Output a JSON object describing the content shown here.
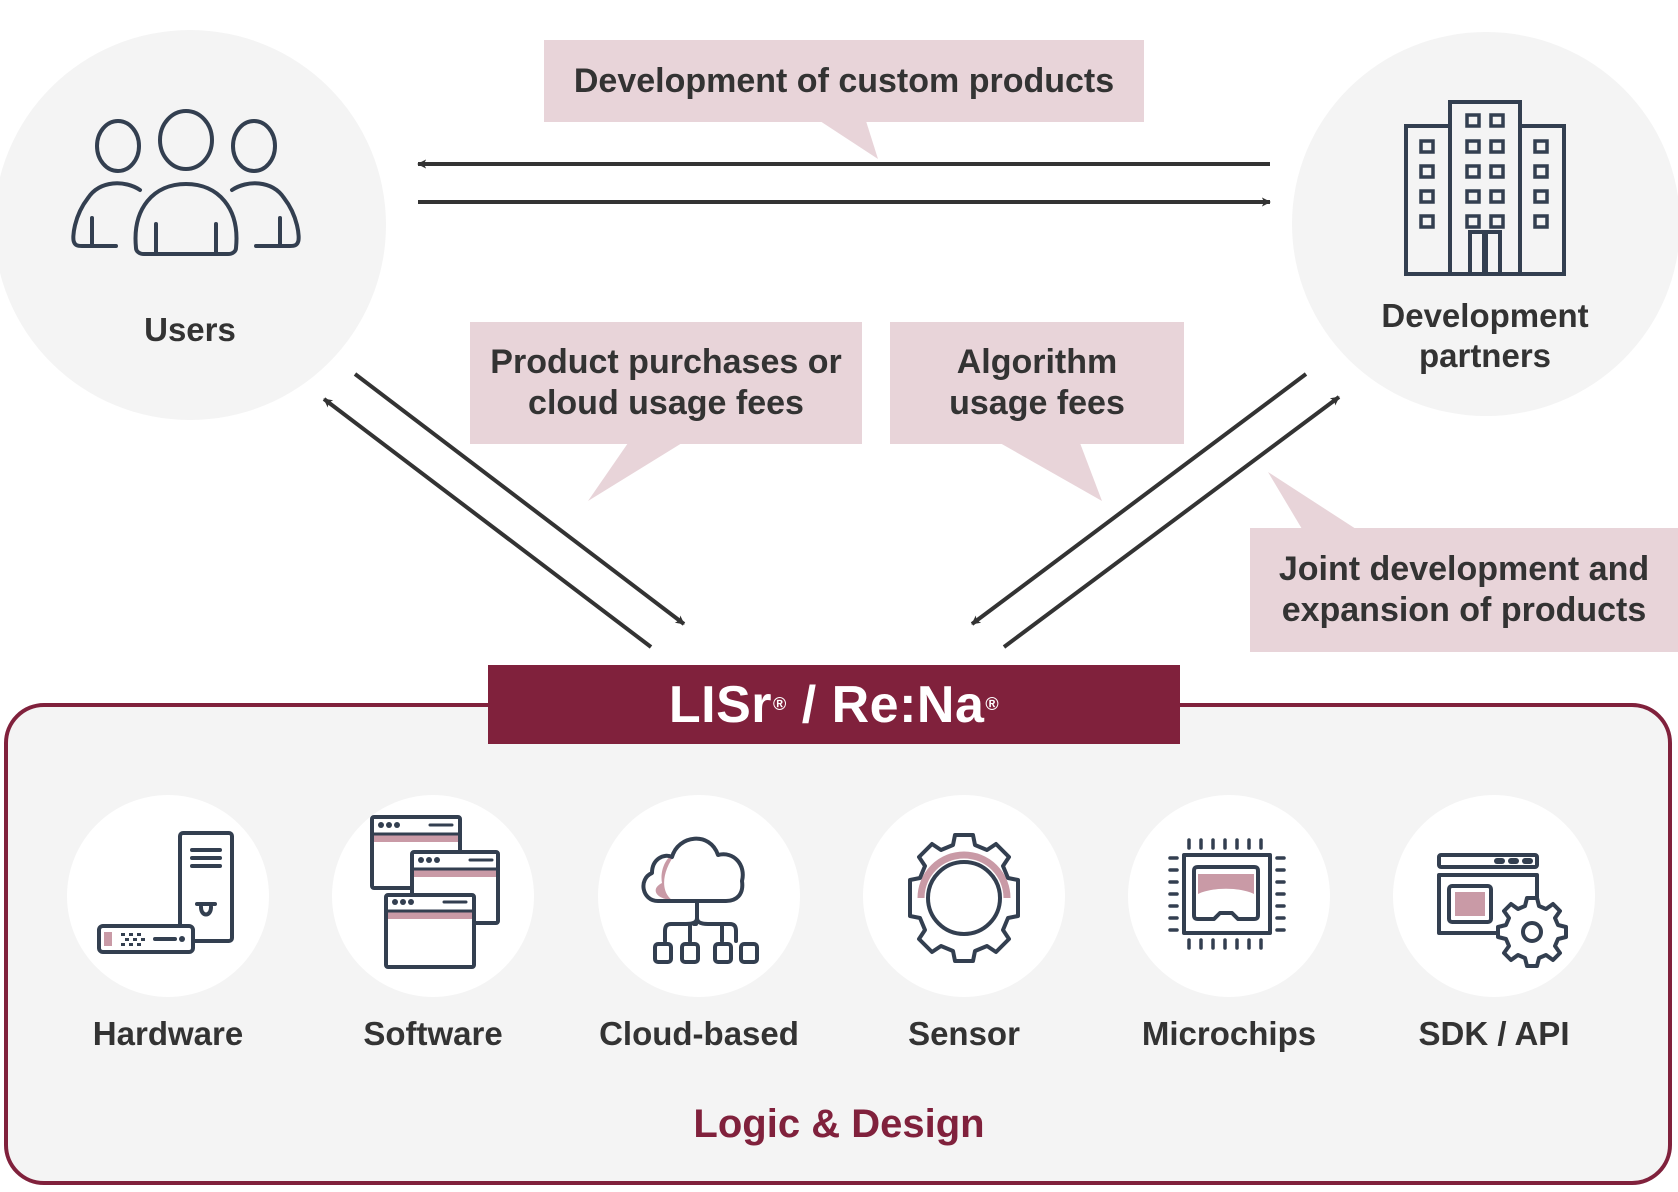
{
  "colors": {
    "accent": "#80213c",
    "bubble": "#e8d4d9",
    "icon_stroke": "#333f50",
    "icon_highlight": "#c99aa6",
    "circle_bg": "#f4f4f4",
    "text": "#333333",
    "arrow": "#333333"
  },
  "actors": {
    "users": {
      "label": "Users",
      "icon": "users-icon"
    },
    "partners": {
      "label_line1": "Development",
      "label_line2": "partners",
      "icon": "office-building-icon"
    }
  },
  "flows": {
    "custom_products": {
      "label": "Development of custom products"
    },
    "purchases": {
      "line1": "Product purchases or",
      "line2": "cloud usage fees"
    },
    "algorithm_fees": {
      "line1": "Algorithm",
      "line2": "usage fees"
    },
    "joint_dev": {
      "line1": "Joint development and",
      "line2": "expansion of products"
    }
  },
  "platform": {
    "name_part1": "LISr",
    "reg1": "®",
    "separator": " / ",
    "name_part2": "Re:Na",
    "reg2": "®",
    "footer": "Logic & Design",
    "capabilities": [
      {
        "label": "Hardware",
        "icon": "hardware-server-icon"
      },
      {
        "label": "Software",
        "icon": "software-windows-icon"
      },
      {
        "label": "Cloud-based",
        "icon": "cloud-network-icon"
      },
      {
        "label": "Sensor",
        "icon": "sensor-gear-icon"
      },
      {
        "label": "Microchips",
        "icon": "microchip-icon"
      },
      {
        "label": "SDK / API",
        "icon": "sdk-api-window-gear-icon"
      }
    ]
  }
}
